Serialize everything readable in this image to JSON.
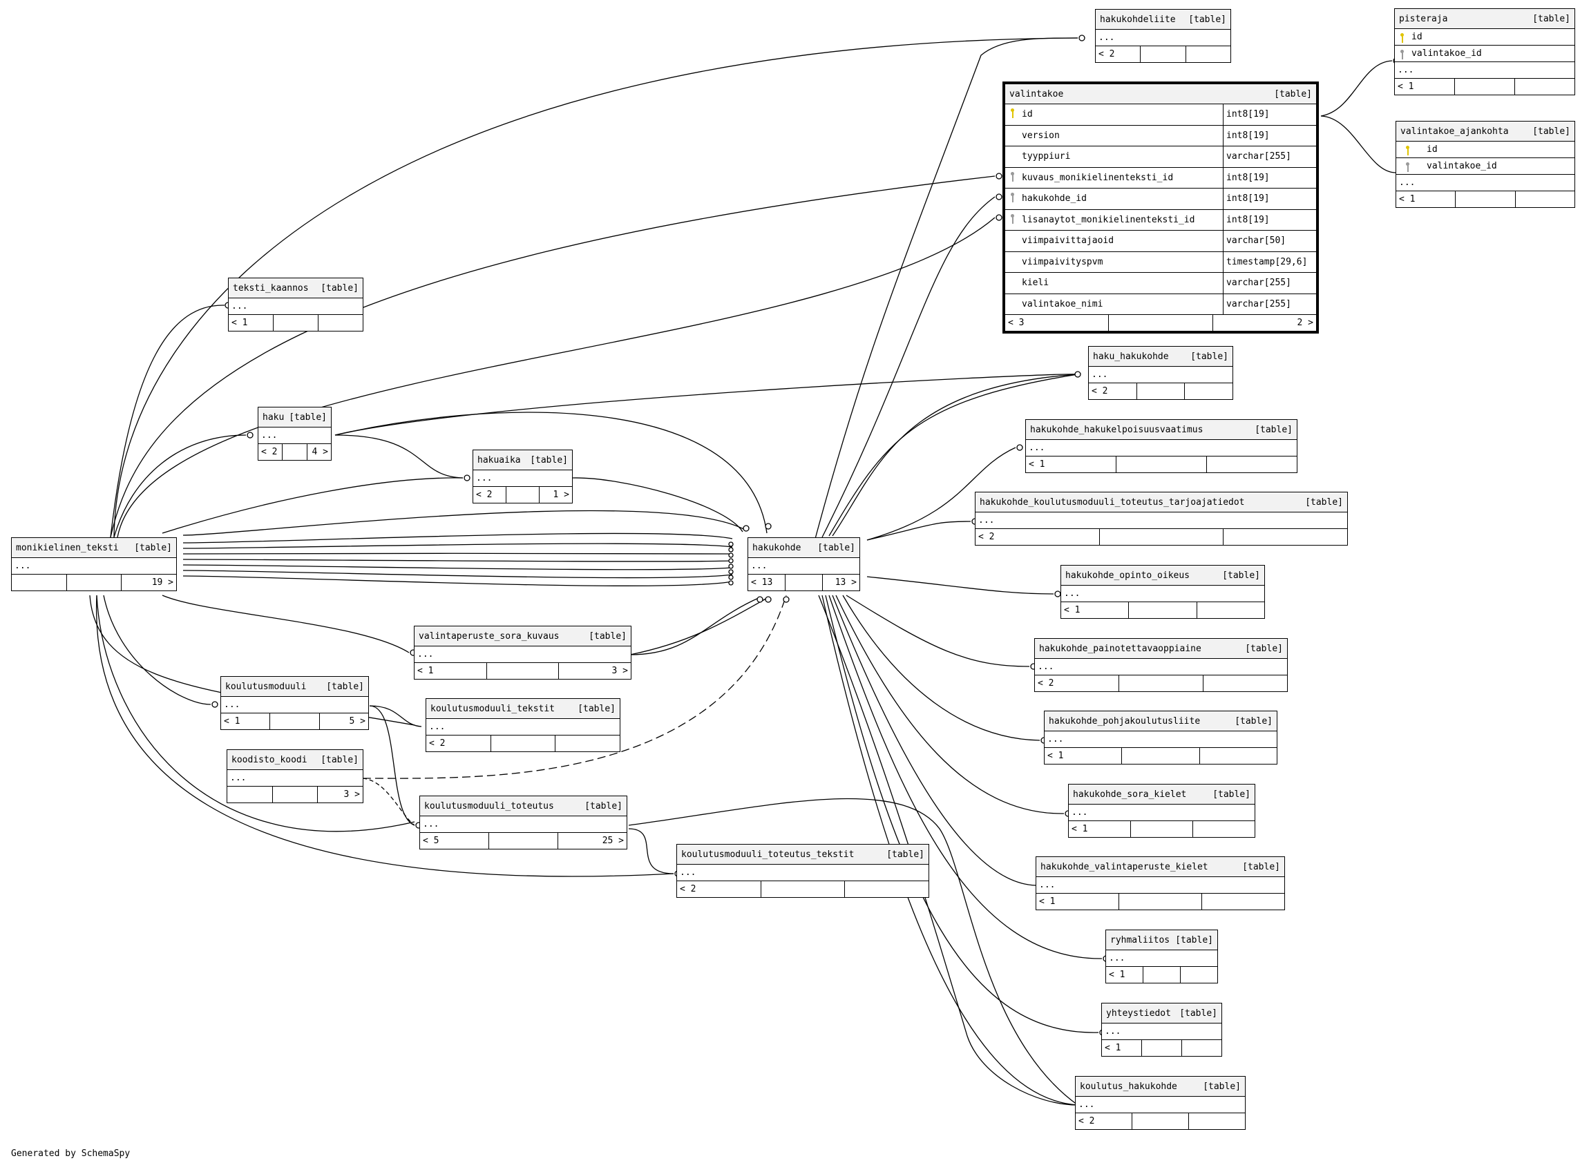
{
  "footer": {
    "generated_by": "Generated by SchemaSpy"
  },
  "colors": {
    "primary_key": "#e0c400",
    "foreign_key": "#999999",
    "header_bg": "#f2f2f2",
    "line": "#000000"
  },
  "tables": {
    "hakukohdeliite": {
      "name": "hakukohdeliite",
      "tag": "[table]",
      "body": "...",
      "foot": [
        "< 2",
        "",
        ""
      ]
    },
    "pisteraja": {
      "name": "pisteraja",
      "tag": "[table]",
      "columns": [
        {
          "name": "id",
          "key": "pk"
        },
        {
          "name": "valintakoe_id",
          "key": "fk"
        }
      ],
      "body": "...",
      "foot": [
        "< 1",
        "",
        ""
      ]
    },
    "valintakoe_ajankohta": {
      "name": "valintakoe_ajankohta",
      "tag": "[table]",
      "columns": [
        {
          "name": "id",
          "key": "pk"
        },
        {
          "name": "valintakoe_id",
          "key": "fk"
        }
      ],
      "body": "...",
      "foot": [
        "< 1",
        "",
        ""
      ]
    },
    "valintakoe": {
      "name": "valintakoe",
      "tag": "[table]",
      "columns": [
        {
          "name": "id",
          "type": "int8[19]",
          "key": "pk"
        },
        {
          "name": "version",
          "type": "int8[19]",
          "key": ""
        },
        {
          "name": "tyyppiuri",
          "type": "varchar[255]",
          "key": ""
        },
        {
          "name": "kuvaus_monikielinenteksti_id",
          "type": "int8[19]",
          "key": "fk"
        },
        {
          "name": "hakukohde_id",
          "type": "int8[19]",
          "key": "fk"
        },
        {
          "name": "lisanaytot_monikielinenteksti_id",
          "type": "int8[19]",
          "key": "fk"
        },
        {
          "name": "viimpaivittajaoid",
          "type": "varchar[50]",
          "key": ""
        },
        {
          "name": "viimpaivityspvm",
          "type": "timestamp[29,6]",
          "key": ""
        },
        {
          "name": "kieli",
          "type": "varchar[255]",
          "key": ""
        },
        {
          "name": "valintakoe_nimi",
          "type": "varchar[255]",
          "key": ""
        }
      ],
      "foot": [
        "< 3",
        "",
        "2 >"
      ]
    },
    "teksti_kaannos": {
      "name": "teksti_kaannos",
      "tag": "[table]",
      "body": "...",
      "foot": [
        "< 1",
        "",
        ""
      ]
    },
    "haku_hakukohde": {
      "name": "haku_hakukohde",
      "tag": "[table]",
      "body": "...",
      "foot": [
        "< 2",
        "",
        ""
      ]
    },
    "haku": {
      "name": "haku",
      "tag": "[table]",
      "body": "...",
      "foot": [
        "< 2",
        "",
        "4 >"
      ]
    },
    "hakukohde_hakukelpoisuusvaatimus": {
      "name": "hakukohde_hakukelpoisuusvaatimus",
      "tag": "[table]",
      "body": "...",
      "foot": [
        "< 1",
        "",
        ""
      ]
    },
    "hakuaika": {
      "name": "hakuaika",
      "tag": "[table]",
      "body": "...",
      "foot": [
        "< 2",
        "",
        "1 >"
      ]
    },
    "hakukohde_koulutusmoduuli_toteutus_tarjoajatiedot": {
      "name": "hakukohde_koulutusmoduuli_toteutus_tarjoajatiedot",
      "tag": "[table]",
      "body": "...",
      "foot": [
        "< 2",
        "",
        ""
      ]
    },
    "monikielinen_teksti": {
      "name": "monikielinen_teksti",
      "tag": "[table]",
      "body": "...",
      "foot": [
        "",
        "",
        "19 >"
      ]
    },
    "hakukohde": {
      "name": "hakukohde",
      "tag": "[table]",
      "body": "...",
      "foot": [
        "< 13",
        "",
        "13 >"
      ]
    },
    "hakukohde_opinto_oikeus": {
      "name": "hakukohde_opinto_oikeus",
      "tag": "[table]",
      "body": "...",
      "foot": [
        "< 1",
        "",
        ""
      ]
    },
    "valintaperuste_sora_kuvaus": {
      "name": "valintaperuste_sora_kuvaus",
      "tag": "[table]",
      "body": "...",
      "foot": [
        "< 1",
        "",
        "3 >"
      ]
    },
    "hakukohde_painotettavaoppiaine": {
      "name": "hakukohde_painotettavaoppiaine",
      "tag": "[table]",
      "body": "...",
      "foot": [
        "< 2",
        "",
        ""
      ]
    },
    "koulutusmoduuli": {
      "name": "koulutusmoduuli",
      "tag": "[table]",
      "body": "...",
      "foot": [
        "< 1",
        "",
        "5 >"
      ]
    },
    "koulutusmoduuli_tekstit": {
      "name": "koulutusmoduuli_tekstit",
      "tag": "[table]",
      "body": "...",
      "foot": [
        "< 2",
        "",
        ""
      ]
    },
    "hakukohde_pohjakoulutusliite": {
      "name": "hakukohde_pohjakoulutusliite",
      "tag": "[table]",
      "body": "...",
      "foot": [
        "< 1",
        "",
        ""
      ]
    },
    "koodisto_koodi": {
      "name": "koodisto_koodi",
      "tag": "[table]",
      "body": "...",
      "foot": [
        "",
        "",
        "3 >"
      ]
    },
    "hakukohde_sora_kielet": {
      "name": "hakukohde_sora_kielet",
      "tag": "[table]",
      "body": "...",
      "foot": [
        "< 1",
        "",
        ""
      ]
    },
    "koulutusmoduuli_toteutus": {
      "name": "koulutusmoduuli_toteutus",
      "tag": "[table]",
      "body": "...",
      "foot": [
        "< 5",
        "",
        "25 >"
      ]
    },
    "koulutusmoduuli_toteutus_tekstit": {
      "name": "koulutusmoduuli_toteutus_tekstit",
      "tag": "[table]",
      "body": "...",
      "foot": [
        "< 2",
        "",
        ""
      ]
    },
    "hakukohde_valintaperuste_kielet": {
      "name": "hakukohde_valintaperuste_kielet",
      "tag": "[table]",
      "body": "...",
      "foot": [
        "< 1",
        "",
        ""
      ]
    },
    "ryhmaliitos": {
      "name": "ryhmaliitos",
      "tag": "[table]",
      "body": "...",
      "foot": [
        "< 1",
        "",
        ""
      ]
    },
    "yhteystiedot": {
      "name": "yhteystiedot",
      "tag": "[table]",
      "body": "...",
      "foot": [
        "< 1",
        "",
        ""
      ]
    },
    "koulutus_hakukohde": {
      "name": "koulutus_hakukohde",
      "tag": "[table]",
      "body": "...",
      "foot": [
        "< 2",
        "",
        ""
      ]
    }
  }
}
